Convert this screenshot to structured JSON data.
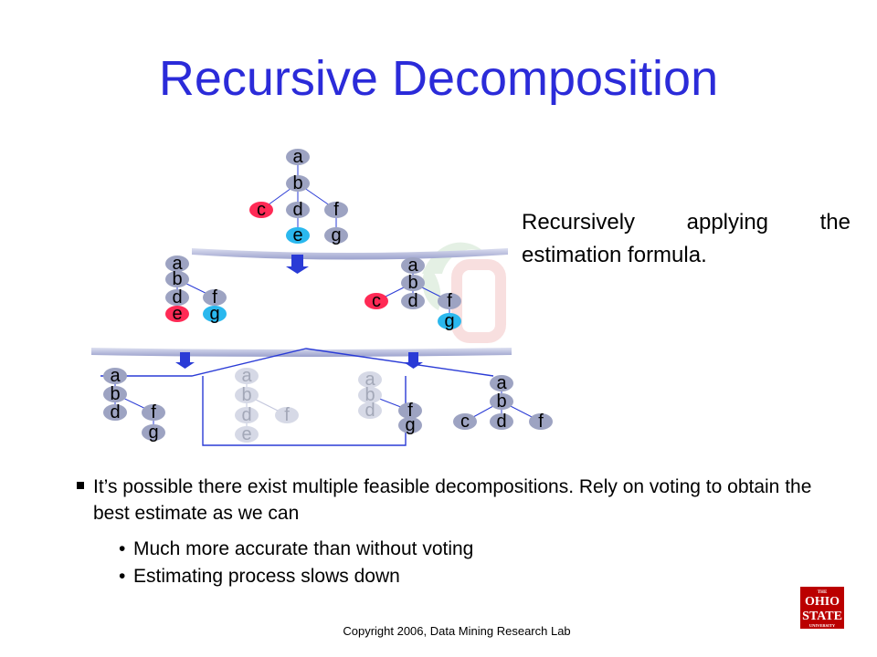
{
  "title": "Recursive Decomposition",
  "side_note": "Recursively applying the estimation formula.",
  "bullets": [
    {
      "text": "It’s possible there exist multiple feasible decompositions. Rely on voting to obtain the best estimate as we can",
      "sub": [
        "Much more accurate than without voting",
        "Estimating process slows down"
      ]
    }
  ],
  "copyright": "Copyright 2006, Data Mining Research Lab",
  "logo": {
    "line1": "THE",
    "line2": "OHIO",
    "line3": "STATE",
    "line4": "UNIVERSITY",
    "color": "#bb0000"
  },
  "diagram": {
    "colors": {
      "highlight_red": "#ff2a55",
      "highlight_blue": "#2ab8ee",
      "node": "#9da3c2",
      "faded_node": "#d6d9e6",
      "faded_text": "#a3a8b8",
      "arrow": "#2a3bd6"
    },
    "trees": {
      "root": {
        "nodes": [
          "a",
          "b",
          "c",
          "d",
          "f",
          "e",
          "g"
        ]
      },
      "left": {
        "nodes": [
          "a",
          "b",
          "d",
          "f",
          "e",
          "g"
        ]
      },
      "right": {
        "nodes": [
          "a",
          "b",
          "c",
          "d",
          "f",
          "g"
        ]
      },
      "leaf1": {
        "nodes": [
          "a",
          "b",
          "d",
          "f",
          "g"
        ]
      },
      "leaf2": {
        "nodes": [
          "a",
          "b",
          "d",
          "f",
          "e"
        ]
      },
      "leaf3": {
        "nodes": [
          "a",
          "b",
          "d",
          "f",
          "g"
        ]
      },
      "leaf4": {
        "nodes": [
          "a",
          "b",
          "c",
          "d",
          "f"
        ]
      }
    }
  }
}
